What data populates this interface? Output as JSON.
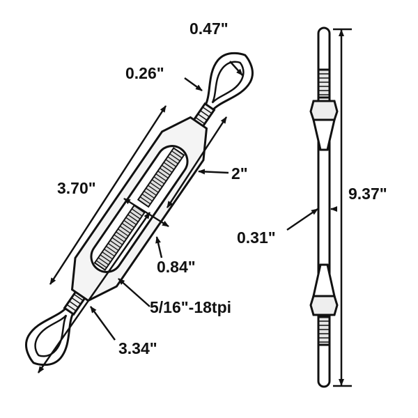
{
  "title": "Turnbuckle dimension diagram",
  "dimensions": {
    "eye_inner_diameter": "0.47\"",
    "shank_diameter": "0.26\"",
    "thread_length": "2\"",
    "body_length": "3.70\"",
    "body_opening_width": "0.84\"",
    "thread_spec": "5/16\"-18tpi",
    "eye_length": "3.34\"",
    "rod_diameter": "0.31\"",
    "overall_length": "9.37\""
  },
  "colors": {
    "line": "#111111",
    "fill": "#ffffff",
    "shade": "#e6e6e6"
  }
}
